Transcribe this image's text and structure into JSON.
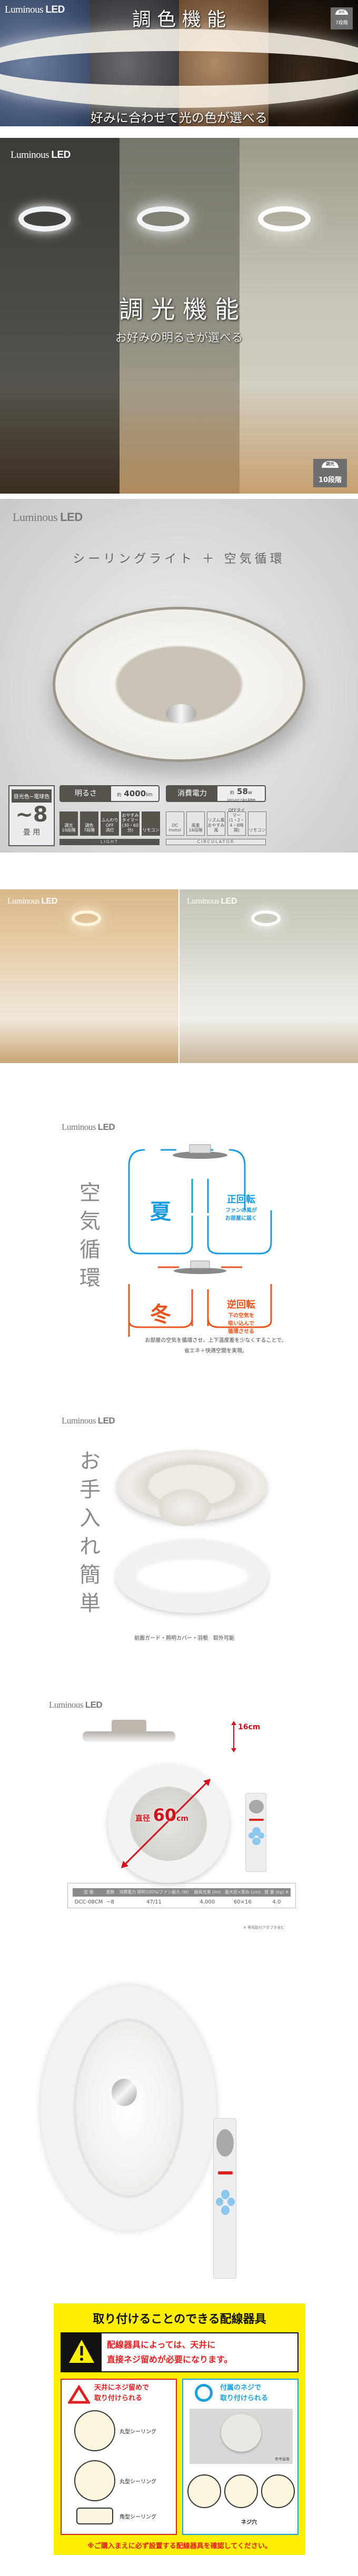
{
  "brand": {
    "logo_light": "Luminous",
    "logo_bold": "LED"
  },
  "color_section": {
    "title": "調 色 機 能",
    "subtitle": "好みに合わせて光の色が選べる",
    "badge_label": "調色",
    "badge_steps": "7段階",
    "panel_colors": [
      "#3c4c6a",
      "#3e3e42",
      "#7a5a40",
      "#1a120c"
    ]
  },
  "dimming_section": {
    "title": "調 光 機 能",
    "subtitle": "お好みの明るさが選べる",
    "badge_label": "調光",
    "badge_steps": "10段階"
  },
  "product_section": {
    "tagline": "シーリングライト ＋ 空気循環",
    "room_label": "昼光色~電球色",
    "room_size": "~8",
    "room_unit": "畳 用",
    "brightness_label": "明るさ",
    "brightness_prefix": "約",
    "brightness_value": "4000",
    "brightness_unit": "lm",
    "power_label": "消費電力",
    "power_prefix": "約",
    "power_value": "58",
    "power_unit": "w",
    "power_note": "100%点灯で最大風量時",
    "light_icons": [
      {
        "top": "調光",
        "bottom": "10段階"
      },
      {
        "top": "調色",
        "bottom": "7段階"
      },
      {
        "top": "ふんわりOFF",
        "bottom": "消灯"
      },
      {
        "top": "おやすみタイマー",
        "bottom": "(30・60分)"
      },
      {
        "top": "",
        "bottom": "リモコン"
      }
    ],
    "circulator_icons": [
      {
        "top": "DC",
        "bottom": "motor"
      },
      {
        "top": "風量",
        "bottom": "16段階"
      },
      {
        "top": "リズム風",
        "bottom": "おやすみ風"
      },
      {
        "top": "OFFタイマー",
        "bottom": "(1・2・4・8時間)"
      },
      {
        "top": "",
        "bottom": "リモコン"
      }
    ],
    "light_group": "LIGHT",
    "circulator_group": "CIRCULATOR"
  },
  "circulation_section": {
    "vertical_title": "空気循環",
    "summer": "夏",
    "summer_mode": "正回転",
    "summer_desc_1": "ファンの風が",
    "summer_desc_2": "お部屋に届く",
    "winter": "冬",
    "winter_mode": "逆回転",
    "winter_desc_1": "下の空気を",
    "winter_desc_2": "吸い込んで",
    "winter_desc_3": "循環させる",
    "caption_1": "お部屋の空気を循環させ、上下温度差を少なくすることで、",
    "caption_2": "省エネ＋快適空間を実現。",
    "summer_color": "#1a9be0",
    "winter_color": "#e8541c"
  },
  "care_section": {
    "vertical_title": "お手入れ簡単",
    "caption": "前面ガード・照明カバー・羽根　取外可能"
  },
  "dimension_section": {
    "height": "16cm",
    "diameter_label": "直径",
    "diameter_value": "60",
    "diameter_unit": "cm",
    "table_headers": [
      "型 番",
      "畳数",
      "消費電力 照明100%/ファン最大 (W)",
      "器具光束 (lm)",
      "最大径×厚み (cm)",
      "質 量 (kg) ※"
    ],
    "table_row": [
      "DCC-08CM",
      "~8",
      "47/11",
      "4,000",
      "60×16",
      "4.0"
    ],
    "note": "※ 専用取付アダプタ含む"
  },
  "install_section": {
    "title": "取り付けることのできる配線器具",
    "warning_1": "配線器具によっては、天井に",
    "warning_2": "直接ネジ留めが必要になります。",
    "left_title_1": "天井にネジ留めで",
    "left_title_2": "取り付けられる",
    "left_items": [
      "丸型シーリング",
      "丸型シーリング",
      "角型シーリング"
    ],
    "right_title_1": "付属のネジで",
    "right_title_2": "取り付けられる",
    "photo_note": "参考画像",
    "screw_hole": "ネジ穴",
    "footer": "※ご購入まえに必ず設置する配線器具を確認してください。",
    "yellow": "#ffee00",
    "red": "#e02020",
    "blue": "#1aa0e0"
  }
}
